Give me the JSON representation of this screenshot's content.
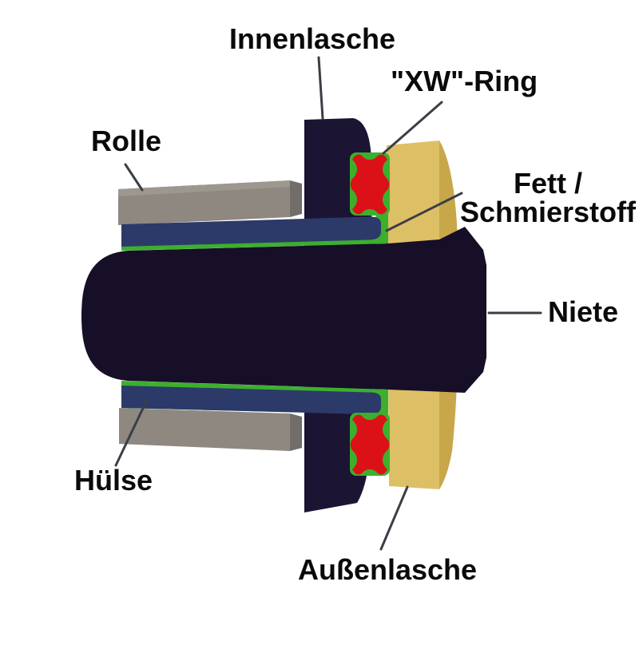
{
  "diagram": {
    "background": "#ffffff",
    "labels": {
      "innenlasche": "Innenlasche",
      "xw_ring": "\"XW\"-Ring",
      "rolle": "Rolle",
      "fett_line1": "Fett /",
      "fett_line2": "Schmierstoff",
      "niete": "Niete",
      "huelse": "Hülse",
      "aussenlasche": "Außenlasche"
    },
    "colors": {
      "roller_gray": "#8e8881",
      "roller_gray_top": "#9d978f",
      "roller_gray_bevel": "#716d68",
      "bushing_navy": "#2c3a69",
      "grease_green": "#3cb02d",
      "plate_dark": "#1c1433",
      "pin_dark": "#170f28",
      "ring_red": "#dc1117",
      "outer_plate_yellow": "#ddc066",
      "outer_plate_yellow_bevel": "#c8a64a",
      "leader_line": "#3c3e46",
      "label_text": "#0a0a0a"
    }
  }
}
